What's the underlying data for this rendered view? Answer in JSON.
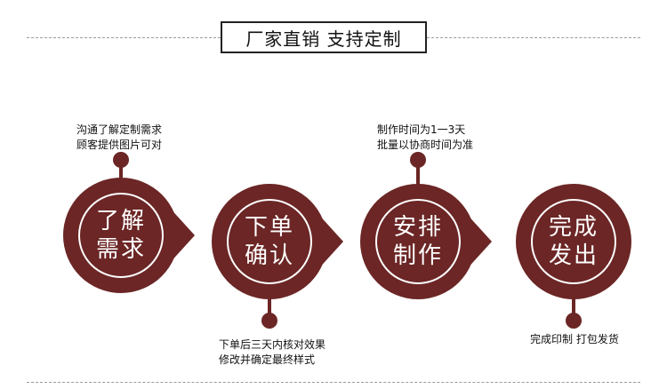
{
  "title": "厂家直销 支持定制",
  "colors": {
    "primary": "#6b2625",
    "ring": "#ffffff",
    "dash": "#9a9a9a"
  },
  "steps": [
    {
      "line1": "了解",
      "line2": "需求",
      "note": [
        "沟通了解定制需求",
        "顾客提供图片可对"
      ],
      "note_position": "top"
    },
    {
      "line1": "下单",
      "line2": "确认",
      "note": [
        "下单后三天内核对效果",
        "修改并确定最终样式"
      ],
      "note_position": "bottom"
    },
    {
      "line1": "安排",
      "line2": "制作",
      "note": [
        "制作时间为1一3天",
        "批量以协商时间为准"
      ],
      "note_position": "top"
    },
    {
      "line1": "完成",
      "line2": "发出",
      "note": [
        "完成印制 打包发货"
      ],
      "note_position": "bottom"
    }
  ]
}
